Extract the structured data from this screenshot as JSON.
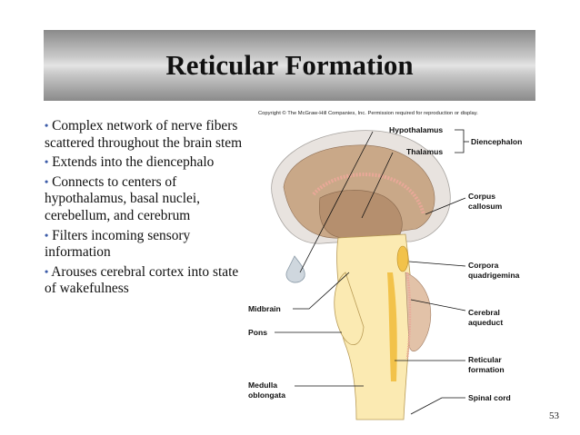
{
  "slide": {
    "title": "Reticular Formation",
    "bullets": [
      "Complex network of nerve fibers scattered throughout the brain stem",
      "Extends into the diencephalo",
      "Connects to centers of hypothalamus, basal nuclei, cerebellum, and cerebrum",
      "Filters incoming sensory information",
      "Arouses cerebral cortex into state of wakefulness"
    ],
    "bullet_glyph": "•",
    "page_number": "53"
  },
  "diagram": {
    "copyright": "Copyright © The McGraw-Hill Companies, Inc. Permission required for reproduction or display.",
    "labels": {
      "hypothalamus": "Hypothalamus",
      "thalamus": "Thalamus",
      "diencephalon": "Diencephalon",
      "corpus_callosum_1": "Corpus",
      "corpus_callosum_2": "callosum",
      "corpora_quadrigemina_1": "Corpora",
      "corpora_quadrigemina_2": "quadrigemina",
      "midbrain": "Midbrain",
      "cerebral_aqueduct_1": "Cerebral",
      "cerebral_aqueduct_2": "aqueduct",
      "pons": "Pons",
      "reticular_formation_1": "Reticular",
      "reticular_formation_2": "formation",
      "medulla_oblongata_1": "Medulla",
      "medulla_oblongata_2": "oblongata",
      "spinal_cord": "Spinal cord"
    },
    "colors": {
      "cortex": "#e8e3df",
      "white_matter": "#c9a888",
      "brain_stem": "#fbeab2",
      "reticular": "#f2c24a",
      "pink_layer": "#e9a898"
    }
  }
}
